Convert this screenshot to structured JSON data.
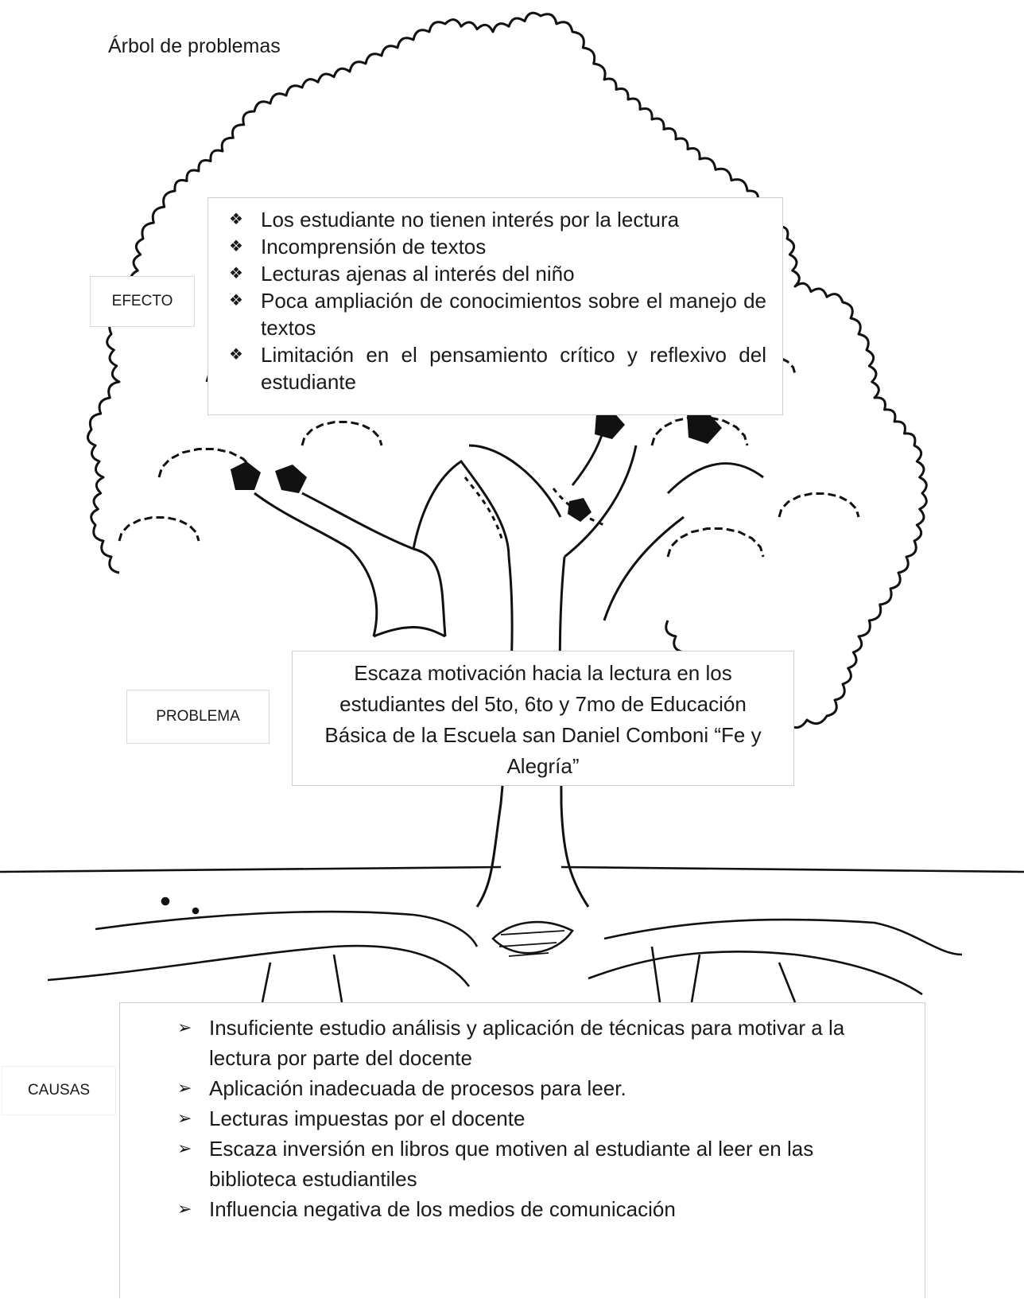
{
  "title": "Árbol de problemas",
  "labels": {
    "effect": "EFECTO",
    "problem": "PROBLEMA",
    "causes": "CAUSAS"
  },
  "effects": [
    "Los estudiante no tienen interés por la lectura",
    "Incomprensión de textos",
    "Lecturas ajenas al interés del niño",
    "Poca ampliación de conocimientos sobre el manejo de textos",
    "Limitación en el pensamiento crítico y reflexivo del estudiante"
  ],
  "problem": "Escaza motivación hacia la lectura en los estudiantes del 5to, 6to y 7mo de Educación Básica de la Escuela san Daniel Comboni “Fe y Alegría”",
  "causes": [
    "Insuficiente estudio análisis y aplicación de técnicas para motivar a la lectura por parte del docente",
    "Aplicación inadecuada de procesos para leer.",
    "Lecturas impuestas por el docente",
    "Escaza inversión en libros que motiven al estudiante al leer en las biblioteca estudiantiles",
    "Influencia negativa de los medios de comunicación"
  ],
  "bullets": {
    "effect": "❖",
    "cause": "➢"
  }
}
